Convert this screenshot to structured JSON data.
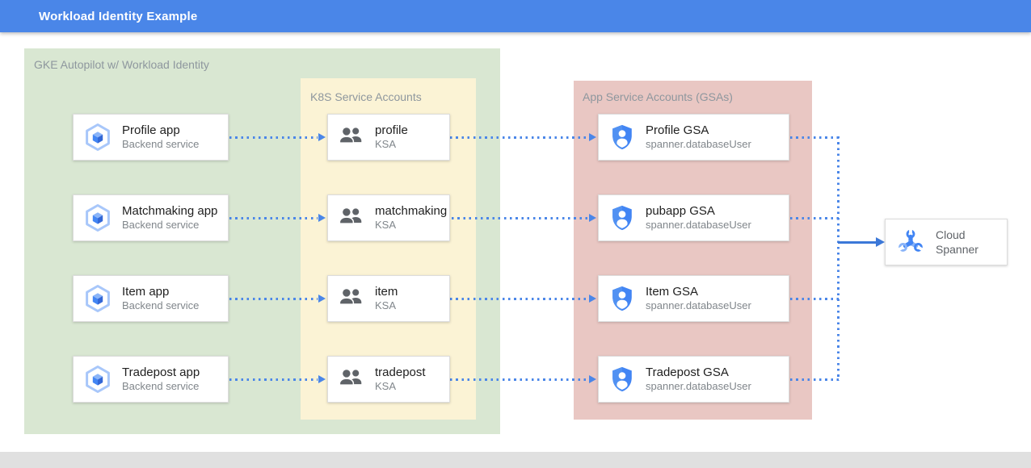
{
  "header": {
    "title": "Workload Identity Example"
  },
  "groups": {
    "gke": {
      "label": "GKE Autopilot w/ Workload Identity"
    },
    "ksa": {
      "label": "K8S Service Accounts"
    },
    "gsa": {
      "label": "App Service Accounts (GSAs)"
    }
  },
  "apps": [
    {
      "title": "Profile app",
      "subtitle": "Backend service"
    },
    {
      "title": "Matchmaking app",
      "subtitle": "Backend service"
    },
    {
      "title": "Item app",
      "subtitle": "Backend service"
    },
    {
      "title": "Tradepost app",
      "subtitle": "Backend service"
    }
  ],
  "ksas": [
    {
      "title": "profile",
      "subtitle": "KSA"
    },
    {
      "title": "matchmaking",
      "subtitle": "KSA"
    },
    {
      "title": "item",
      "subtitle": "KSA"
    },
    {
      "title": "tradepost",
      "subtitle": "KSA"
    }
  ],
  "gsas": [
    {
      "title": "Profile GSA",
      "subtitle": "spanner.databaseUser"
    },
    {
      "title": "pubapp GSA",
      "subtitle": "spanner.databaseUser"
    },
    {
      "title": "Item GSA",
      "subtitle": "spanner.databaseUser"
    },
    {
      "title": "Tradepost GSA",
      "subtitle": "spanner.databaseUser"
    }
  ],
  "spanner": {
    "title": "Cloud Spanner"
  },
  "icons": {
    "app": "gke-hexagon-icon",
    "ksa": "people-icon",
    "gsa": "shield-user-icon",
    "spanner": "spanner-wrench-icon"
  },
  "colors": {
    "header_bg": "#4a86e8",
    "header_text": "#ffffff",
    "gke_group_bg": "#d9e7d2",
    "ksa_group_bg": "#fbf3d5",
    "gsa_group_bg": "#e9c7c3",
    "connector_dotted": "#4a86e8",
    "connector_solid": "#3c78d8",
    "card_bg": "#ffffff",
    "card_title_text": "#212121",
    "card_subtitle_text": "#80868b",
    "group_label_text": "#8e979e",
    "footer_bar_bg": "#e0e0e0"
  }
}
